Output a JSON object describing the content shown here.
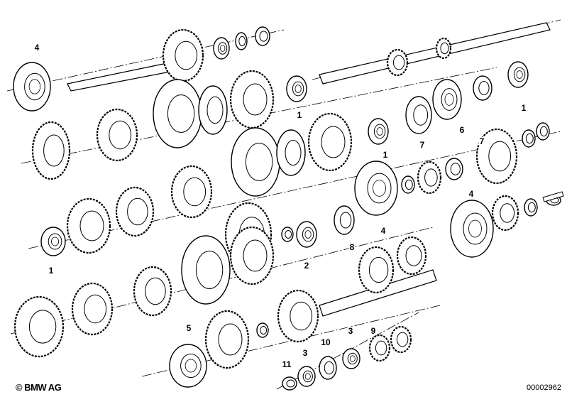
{
  "diagram": {
    "part_labels": [
      "4",
      "1",
      "1",
      "7",
      "6",
      "7",
      "1",
      "4",
      "8",
      "4",
      "2",
      "1",
      "5",
      "9",
      "3",
      "10",
      "3",
      "11"
    ]
  },
  "footer": {
    "copyright": "© BMW AG",
    "document_number": "00002962"
  }
}
